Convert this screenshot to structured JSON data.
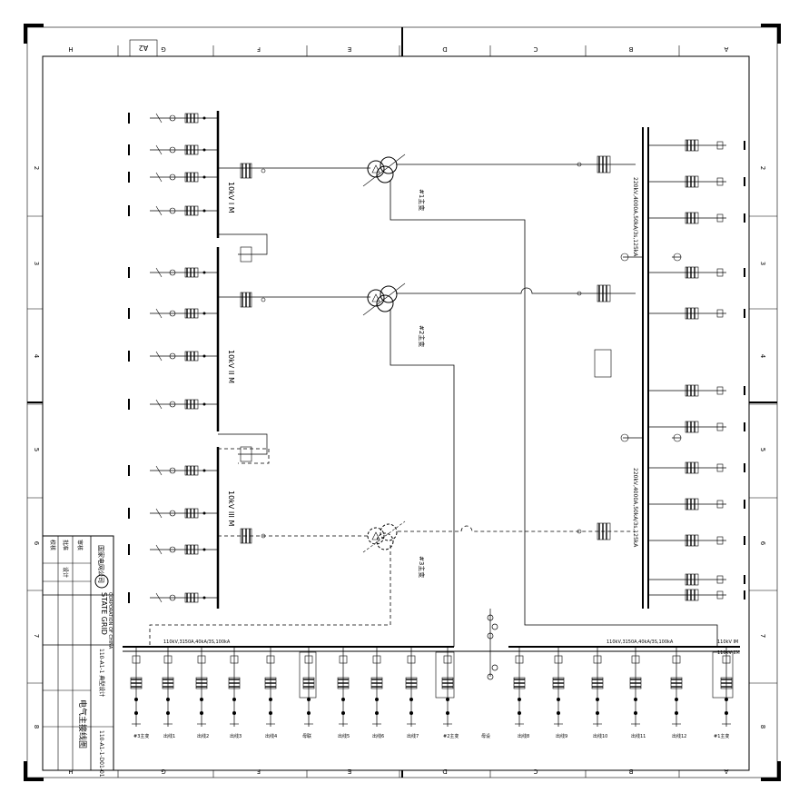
{
  "sheet": {
    "sheet_size": "A2",
    "columns_top": [
      "H",
      "G",
      "F",
      "E",
      "D",
      "C",
      "B",
      "A"
    ],
    "columns_bottom": [
      "H",
      "G",
      "F",
      "E",
      "D",
      "C",
      "B",
      "A"
    ],
    "rows_left": [
      "2",
      "3",
      "4",
      "5",
      "6",
      "7",
      "8"
    ],
    "rows_right": [
      "2",
      "3",
      "4",
      "5",
      "6",
      "7",
      "8"
    ]
  },
  "buses": {
    "mv_upper": "10kV I M",
    "mv_middle": "10kV II M",
    "mv_lower": "10kV III M",
    "hv_bus_a": "220kV,4000A,50kA/3s,125kA",
    "hv_bus_b": "220kV,4000A,50kA/3s,125kA",
    "lv_bus_left": "110kV,3150A,40kA/3S,100kA",
    "lv_bus_right": "110kV,3150A,40kA/3S,100kA",
    "lv_bus_tag1": "110kV IM",
    "lv_bus_tag2": "110kV IIM"
  },
  "transformers": [
    {
      "label": "#1主变"
    },
    {
      "label": "#2主变"
    },
    {
      "label": "#3主变"
    }
  ],
  "bottom_feeders": [
    "#3主变",
    "出线1",
    "出线2",
    "出线3",
    "出线4",
    "母联",
    "出线5",
    "出线6",
    "出线7",
    "#2主变",
    "母设",
    "出线8",
    "出线9",
    "出线10",
    "出线11",
    "出线12",
    "#1主变"
  ],
  "title_block": {
    "company": "国家电网公司",
    "logo_text": "STATE GRID",
    "logo_sub": "CORPORATION OF CHINA",
    "project": "110-A1-1 典型设计",
    "drawing_title": "电气主接线图",
    "drawing_no": "110-A1-1-D01-01",
    "rows": [
      "批准",
      "审核",
      "校核",
      "设计"
    ]
  }
}
